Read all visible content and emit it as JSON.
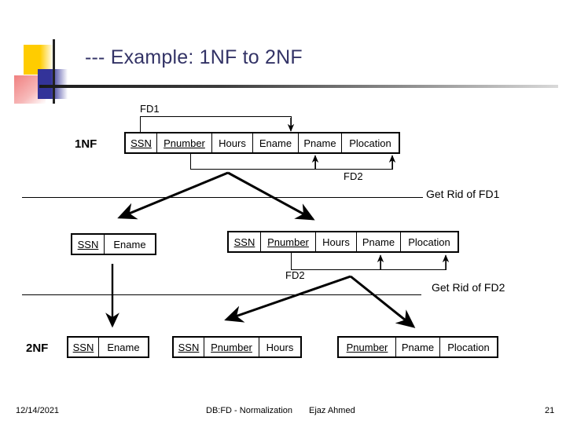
{
  "slide": {
    "title": "--- Example: 1NF to 2NF",
    "title_color": "#333366"
  },
  "rows": {
    "row1": {
      "label": "1NF",
      "relation": {
        "cells": [
          {
            "text": "SSN",
            "key": true
          },
          {
            "text": "Pnumber",
            "key": true
          },
          {
            "text": "Hours",
            "key": false
          },
          {
            "text": "Ename",
            "key": false
          },
          {
            "text": "Pname",
            "key": false
          },
          {
            "text": "Plocation",
            "key": false
          }
        ]
      }
    },
    "row2": {
      "relation_a": {
        "cells": [
          {
            "text": "SSN",
            "key": true
          },
          {
            "text": "Ename",
            "key": false
          }
        ]
      },
      "relation_b": {
        "cells": [
          {
            "text": "SSN",
            "key": true
          },
          {
            "text": "Pnumber",
            "key": true
          },
          {
            "text": "Hours",
            "key": false
          },
          {
            "text": "Pname",
            "key": false
          },
          {
            "text": "Plocation",
            "key": false
          }
        ]
      }
    },
    "row3": {
      "label": "2NF",
      "relation_a": {
        "cells": [
          {
            "text": "SSN",
            "key": true
          },
          {
            "text": "Ename",
            "key": false
          }
        ]
      },
      "relation_b": {
        "cells": [
          {
            "text": "SSN",
            "key": true
          },
          {
            "text": "Pnumber",
            "key": true
          },
          {
            "text": "Hours",
            "key": false
          }
        ]
      },
      "relation_c": {
        "cells": [
          {
            "text": "Pnumber",
            "key": true
          },
          {
            "text": "Pname",
            "key": false
          },
          {
            "text": "Plocation",
            "key": false
          }
        ]
      }
    }
  },
  "annotations": {
    "fd1_top": "FD1",
    "fd2_top": "FD2",
    "fd2_mid": "FD2",
    "note1": "Get Rid of FD1",
    "note2": "Get Rid of FD2"
  },
  "footer": {
    "date": "12/14/2021",
    "subject": "DB:FD - Normalization",
    "author": "Ejaz Ahmed",
    "page": "21"
  }
}
